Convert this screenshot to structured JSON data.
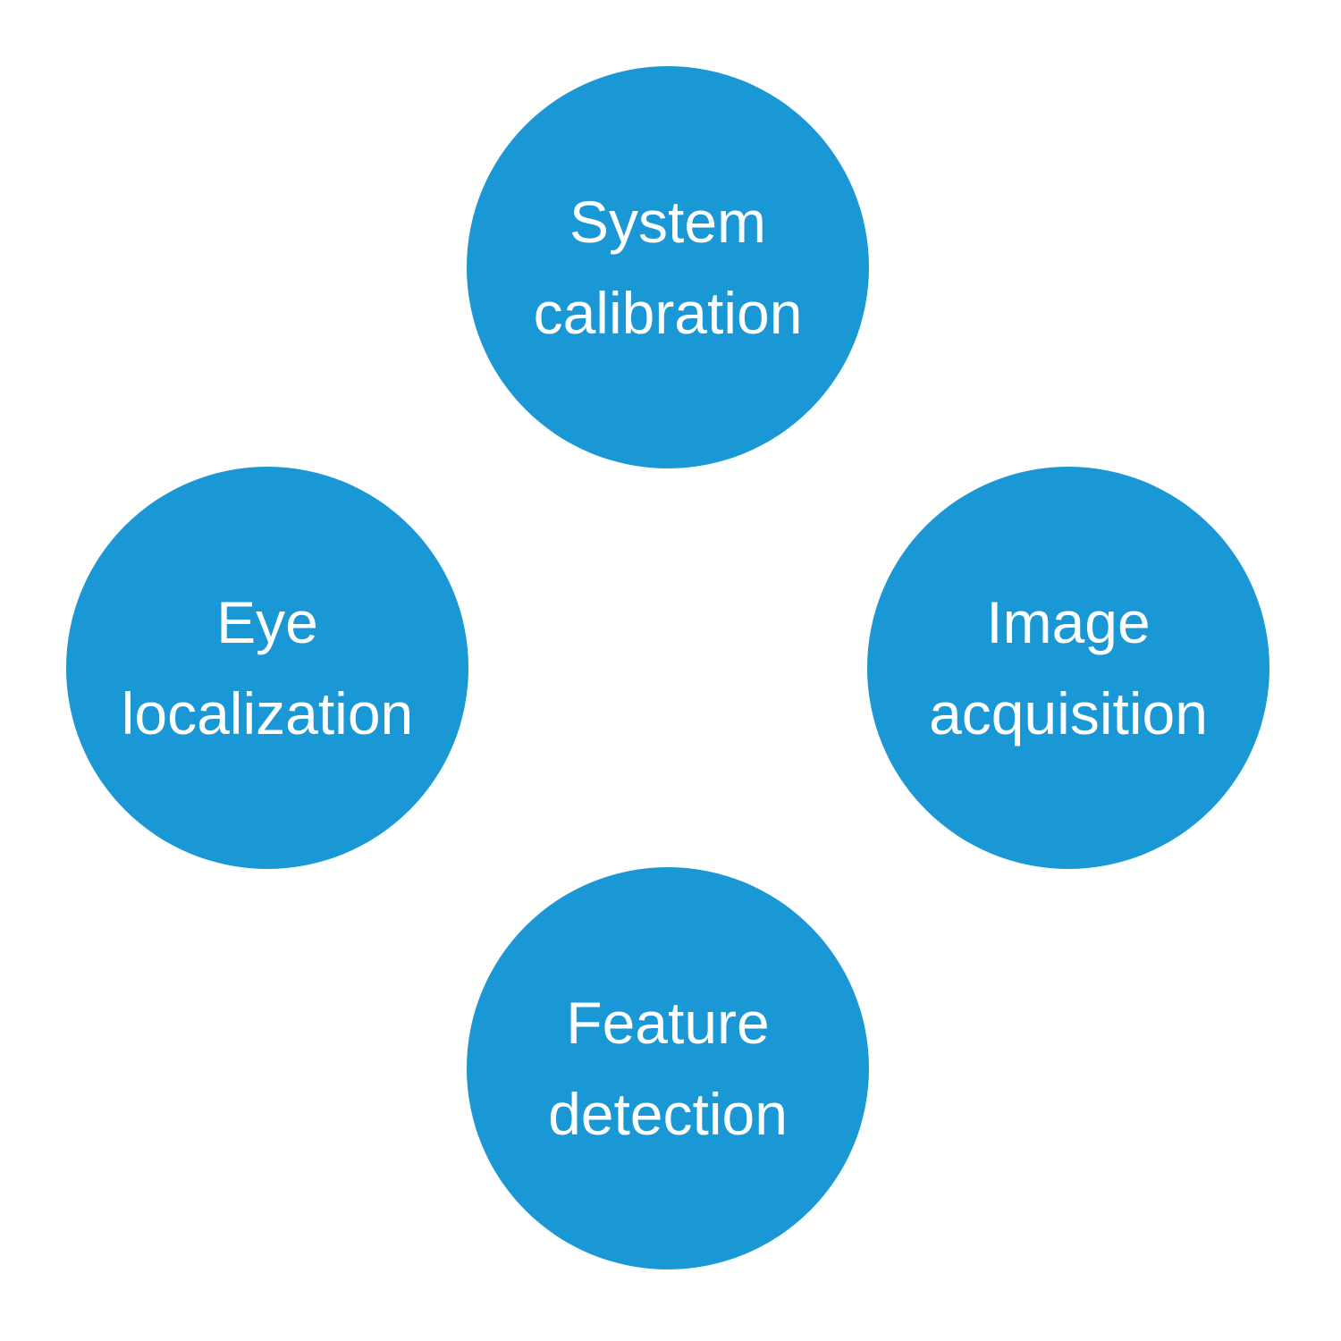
{
  "diagram": {
    "circle_color": "#1a97d5",
    "text_color": "#ffffff",
    "background": "#ffffff",
    "nodes": [
      {
        "position": "top",
        "lines": [
          "System",
          "calibration"
        ]
      },
      {
        "position": "right",
        "lines": [
          "Image",
          "acquisition"
        ]
      },
      {
        "position": "bottom",
        "lines": [
          "Feature",
          "detection"
        ]
      },
      {
        "position": "left",
        "lines": [
          "Eye",
          "localization"
        ]
      }
    ]
  }
}
